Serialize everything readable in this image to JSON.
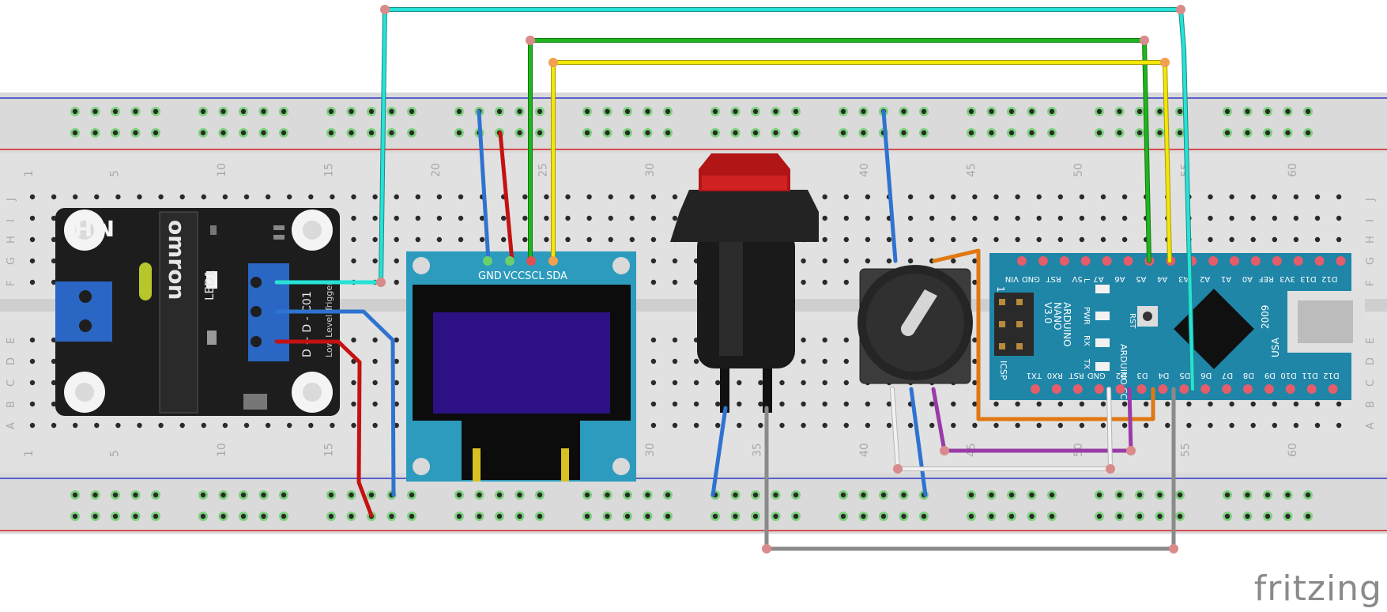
{
  "breadboard": {
    "column_numbers": [
      "1",
      "5",
      "10",
      "15",
      "20",
      "25",
      "30",
      "35",
      "40",
      "45",
      "50",
      "55",
      "60"
    ],
    "row_letters_top": [
      "J",
      "I",
      "H",
      "G",
      "F"
    ],
    "row_letters_bottom": [
      "E",
      "D",
      "C",
      "B",
      "A"
    ]
  },
  "relay_module": {
    "logo": "MH",
    "relay_brand": "omron",
    "led_label": "LED1",
    "pin_labels": "D + D - C01",
    "trigger_label": "Low Level Trigger"
  },
  "oled": {
    "pins": [
      "GND",
      "VCC",
      "SCL",
      "SDA"
    ]
  },
  "arduino": {
    "title_lines": [
      "ARDUINO",
      "NANO",
      "V3.0"
    ],
    "site": "ARDUINO.CC",
    "top_pins": [
      "D12",
      "D13",
      "3V3",
      "REF",
      "A0",
      "A1",
      "A2",
      "A3",
      "A4",
      "A5",
      "A6",
      "A7",
      "5V",
      "RST",
      "GND",
      "VIN"
    ],
    "bottom_pins": [
      "TX1",
      "RX0",
      "RST",
      "GND",
      "D2",
      "D3",
      "D4",
      "D5",
      "D6",
      "D7",
      "D8",
      "D9",
      "D10",
      "D11",
      "D12"
    ],
    "year": "2009",
    "country": "USA",
    "icsp_label": "ICSP",
    "led_labels": [
      "L",
      "PWR",
      "RX",
      "TX"
    ],
    "rst_label": "RST",
    "pin_one": "1"
  },
  "colors": {
    "cyan_wire": "#27e2d6",
    "green_wire": "#1fb51f",
    "yellow_wire": "#f2e60a",
    "blue_wire": "#2f73d0",
    "red_wire": "#c41212",
    "gray_wire": "#8a8a8a",
    "orange_wire": "#e07812",
    "purple_wire": "#9a3aa8",
    "white_wire": "#f2f2f2",
    "arduino_board": "#1f86a8",
    "oled_board": "#2c9bbd"
  },
  "footer": {
    "brand": "fritzing"
  }
}
